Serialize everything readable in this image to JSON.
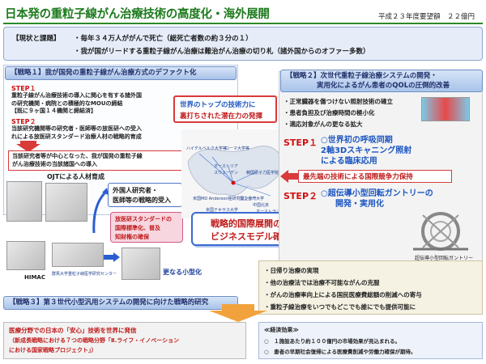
{
  "header": {
    "title": "日本発の重粒子線がん治療技術の高度化・海外展開",
    "budget": "平成２３年度要望額　２２億円"
  },
  "status": {
    "label": "【現状と課題】",
    "line1": "・毎年３４万人ががんで死亡（総死亡者数の約３分の１）",
    "line2": "・我が国がリードする重粒子線がん治療は難治がん治療の切り札（諸外国からのオファー多数）"
  },
  "strategy1": {
    "header": "【戦略１】我が国発の重粒子線がん治療方式のデファクト化",
    "step1_label": "STEP１",
    "step1_lines": [
      "重粒子線がん治療技術の導入に関心を有する諸外国",
      "の研究機関・病院との積極的なMOUの締結",
      "【既に９ヶ国１４機関と締結済】"
    ],
    "step2_label": "STEP２",
    "step2_lines": [
      "当該研究機関等の研究者・医師等の放医研への受入",
      "れによる放医研スタンダード治療人材の戦略的育成"
    ],
    "box_lines": [
      "当該研究者等が中心となった、我が国発の重粒子線",
      "がん治療技術の当該諸国への導入"
    ],
    "ojt": "OJTによる人材育成",
    "foreign_lines": [
      "外国人研究者・",
      "医師等の戦略的受入"
    ],
    "pink_lines": [
      "放医研スタンダードの",
      "国際標準化、普及",
      "知財権の確保"
    ],
    "himac": "HIMAC",
    "hospital": "群馬大学重粒子線医学研究センター",
    "downsize": "更なる小型化"
  },
  "map_labels": {
    "heidelberg": "ハイデルベルク大学等",
    "rome": "ローマ大学等",
    "austria": "オーストリア",
    "sweden": "スウェーデン",
    "korea": "韓国原子力医学院",
    "usa": "米国MD Anderson癌研究センター",
    "roc": "国立台湾大学",
    "china": "中国北京",
    "usa2": "米国テキサス大学",
    "aus": "オーストラリア"
  },
  "center": {
    "top_lines": [
      "世界のトップの技術力に",
      "裏打ちされた潜在力の発揮"
    ],
    "main_lines": [
      "戦略的国際展開の",
      "ビジネスモデル確立"
    ]
  },
  "strategy2": {
    "header_lines": [
      "【戦略２】次世代重粒子線治療システムの開発・",
      "実用化によるがん患者のQOLの圧倒的改善"
    ],
    "bullets": [
      "・正常臓器を傷つけない照射技術の確立",
      "・患者負担及び治療時間の極小化",
      "・適応対象がんの更なる拡大"
    ],
    "step1_label": "STEP１",
    "step1_lines": [
      "○世界初の呼吸同期",
      "2軸3Dスキャニング照射",
      "による臨床応用"
    ],
    "callout": "最先端の技術による国際競争力保持",
    "step2_label": "STEP２",
    "step2_lines": [
      "○超伝導小型回転ガントリーの",
      "開発・実用化"
    ],
    "gantry": "超伝導小型回転ガントリー"
  },
  "effects": {
    "items": [
      "・日帰り治療の実現",
      "・他の治療法では治療不可能ながんの克服",
      "・がんの治療率向上による国民医療費総額の削減への寄与",
      "・重粒子線治療をいつでもどこでも誰にでも提供可能に"
    ]
  },
  "strategy3": {
    "header": "【戦略３】第３世代小型汎用システムの開発に向けた戦略的研究"
  },
  "bottom_left": {
    "lines": [
      "医療分野での日本の「安心」技術を世界に発信",
      "（新成長戦略における７つの戦略分野「Ⅱ.ライフ・イノベーション",
      "における国家戦略プロジェクト」）"
    ]
  },
  "bottom_right": {
    "label": "≪経済効果≫",
    "lines": [
      "○　１施設あたり約１００億円の市場効果が見込まれる。",
      "○　患者の早期社会復帰による医療費削減や労働力確保が期待。"
    ]
  },
  "colors": {
    "title_green": "#1d7a1d",
    "accent_red": "#d01010",
    "accent_blue": "#1c56c0",
    "pink": "#f7d6e0"
  }
}
